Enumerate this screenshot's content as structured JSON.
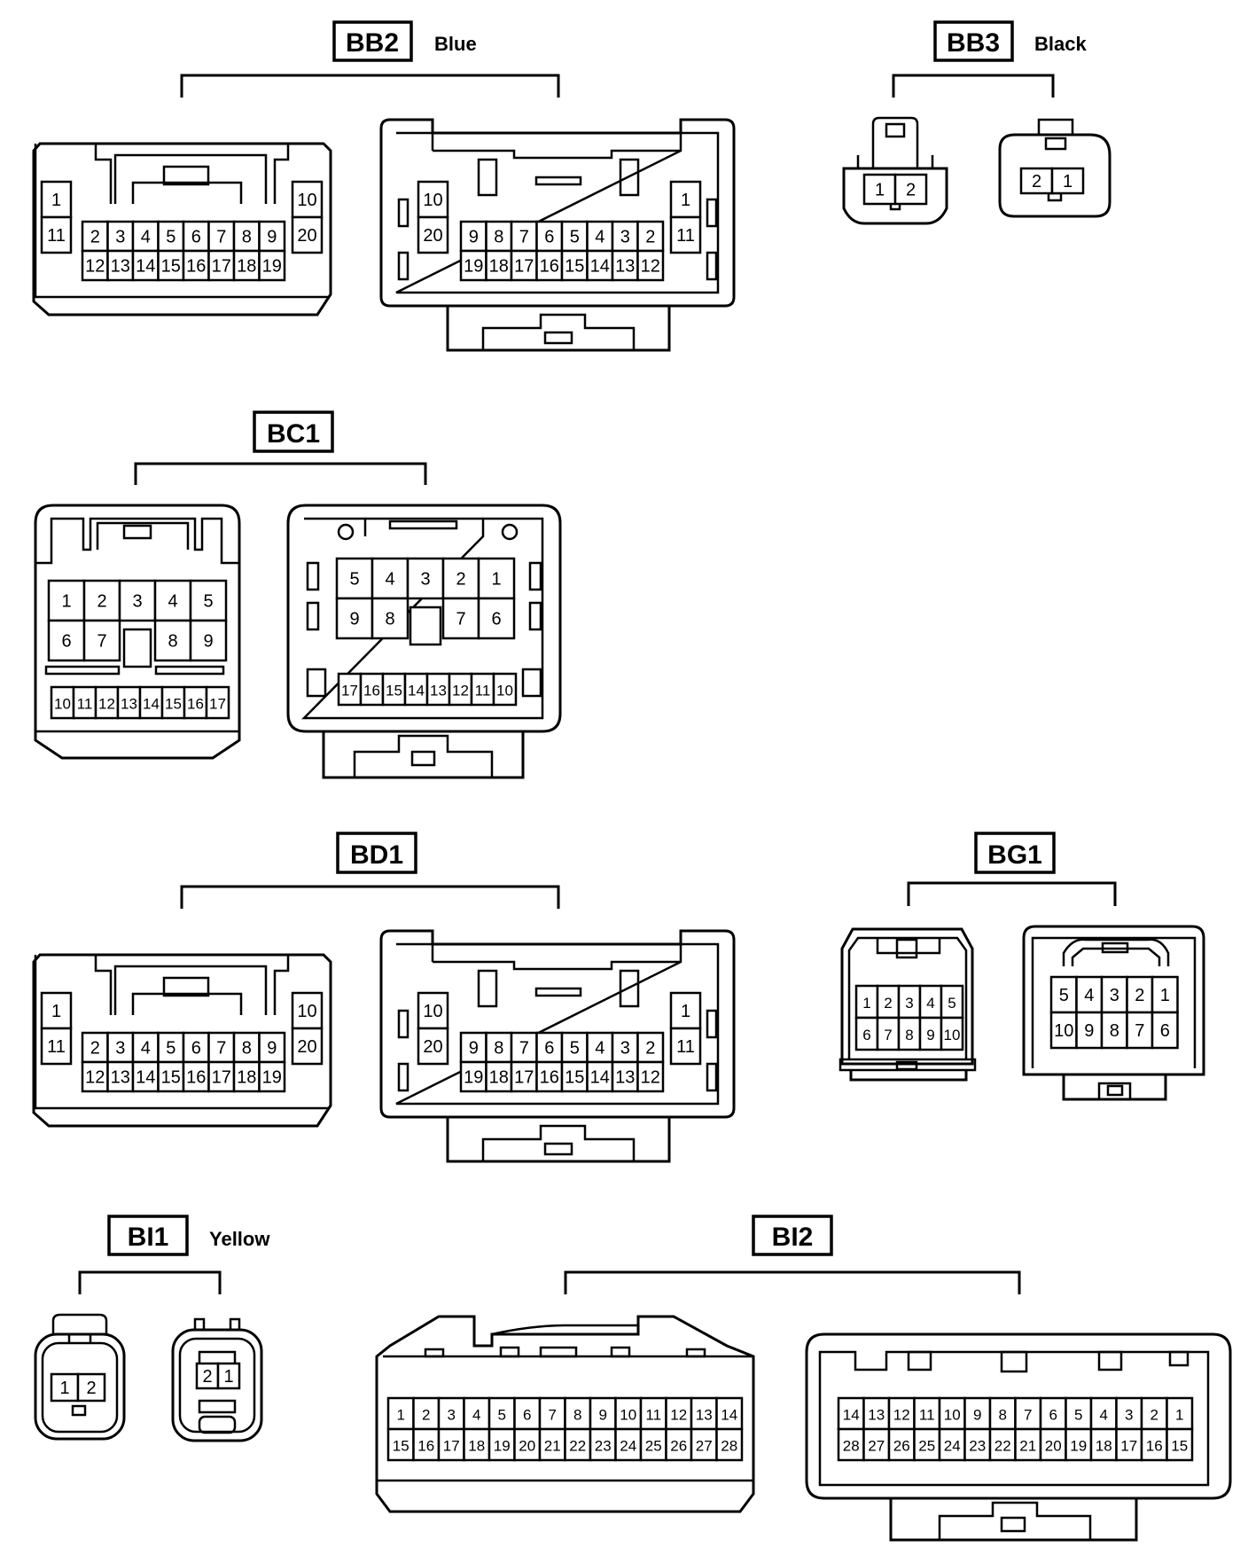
{
  "connectors": {
    "bb2": {
      "label": "BB2",
      "color": "Blue",
      "left_a": [
        "1",
        "11"
      ],
      "left_b": [
        "10",
        "20"
      ],
      "left_top": [
        "2",
        "3",
        "4",
        "5",
        "6",
        "7",
        "8",
        "9"
      ],
      "left_bot": [
        "12",
        "13",
        "14",
        "15",
        "16",
        "17",
        "18",
        "19"
      ],
      "right_a": [
        "10",
        "20"
      ],
      "right_b": [
        "1",
        "11"
      ],
      "right_top": [
        "9",
        "8",
        "7",
        "6",
        "5",
        "4",
        "3",
        "2"
      ],
      "right_bot": [
        "19",
        "18",
        "17",
        "16",
        "15",
        "14",
        "13",
        "12"
      ]
    },
    "bb3": {
      "label": "BB3",
      "color": "Black",
      "left": [
        "1",
        "2"
      ],
      "right": [
        "2",
        "1"
      ]
    },
    "bc1": {
      "label": "BC1",
      "left_row1": [
        "1",
        "2",
        "3",
        "4",
        "5"
      ],
      "left_row2": [
        "6",
        "7",
        "8",
        "9"
      ],
      "left_row3": [
        "10",
        "11",
        "12",
        "13",
        "14",
        "15",
        "16",
        "17"
      ],
      "right_row1": [
        "5",
        "4",
        "3",
        "2",
        "1"
      ],
      "right_row2": [
        "9",
        "8",
        "7",
        "6"
      ],
      "right_row3": [
        "17",
        "16",
        "15",
        "14",
        "13",
        "12",
        "11",
        "10"
      ]
    },
    "bd1": {
      "label": "BD1",
      "left_a": [
        "1",
        "11"
      ],
      "left_b": [
        "10",
        "20"
      ],
      "left_top": [
        "2",
        "3",
        "4",
        "5",
        "6",
        "7",
        "8",
        "9"
      ],
      "left_bot": [
        "12",
        "13",
        "14",
        "15",
        "16",
        "17",
        "18",
        "19"
      ],
      "right_a": [
        "10",
        "20"
      ],
      "right_b": [
        "1",
        "11"
      ],
      "right_top": [
        "9",
        "8",
        "7",
        "6",
        "5",
        "4",
        "3",
        "2"
      ],
      "right_bot": [
        "19",
        "18",
        "17",
        "16",
        "15",
        "14",
        "13",
        "12"
      ]
    },
    "bg1": {
      "label": "BG1",
      "left_row1": [
        "1",
        "2",
        "3",
        "4",
        "5"
      ],
      "left_row2": [
        "6",
        "7",
        "8",
        "9",
        "10"
      ],
      "right_row1": [
        "5",
        "4",
        "3",
        "2",
        "1"
      ],
      "right_row2": [
        "10",
        "9",
        "8",
        "7",
        "6"
      ]
    },
    "bi1": {
      "label": "BI1",
      "color": "Yellow",
      "left": [
        "1",
        "2"
      ],
      "right": [
        "2",
        "1"
      ]
    },
    "bi2": {
      "label": "BI2",
      "left_row1": [
        "1",
        "2",
        "3",
        "4",
        "5",
        "6",
        "7",
        "8",
        "9",
        "10",
        "11",
        "12",
        "13",
        "14"
      ],
      "left_row2": [
        "15",
        "16",
        "17",
        "18",
        "19",
        "20",
        "21",
        "22",
        "23",
        "24",
        "25",
        "26",
        "27",
        "28"
      ],
      "right_row1": [
        "14",
        "13",
        "12",
        "11",
        "10",
        "9",
        "8",
        "7",
        "6",
        "5",
        "4",
        "3",
        "2",
        "1"
      ],
      "right_row2": [
        "28",
        "27",
        "26",
        "25",
        "24",
        "23",
        "22",
        "21",
        "20",
        "19",
        "18",
        "17",
        "16",
        "15"
      ]
    }
  }
}
